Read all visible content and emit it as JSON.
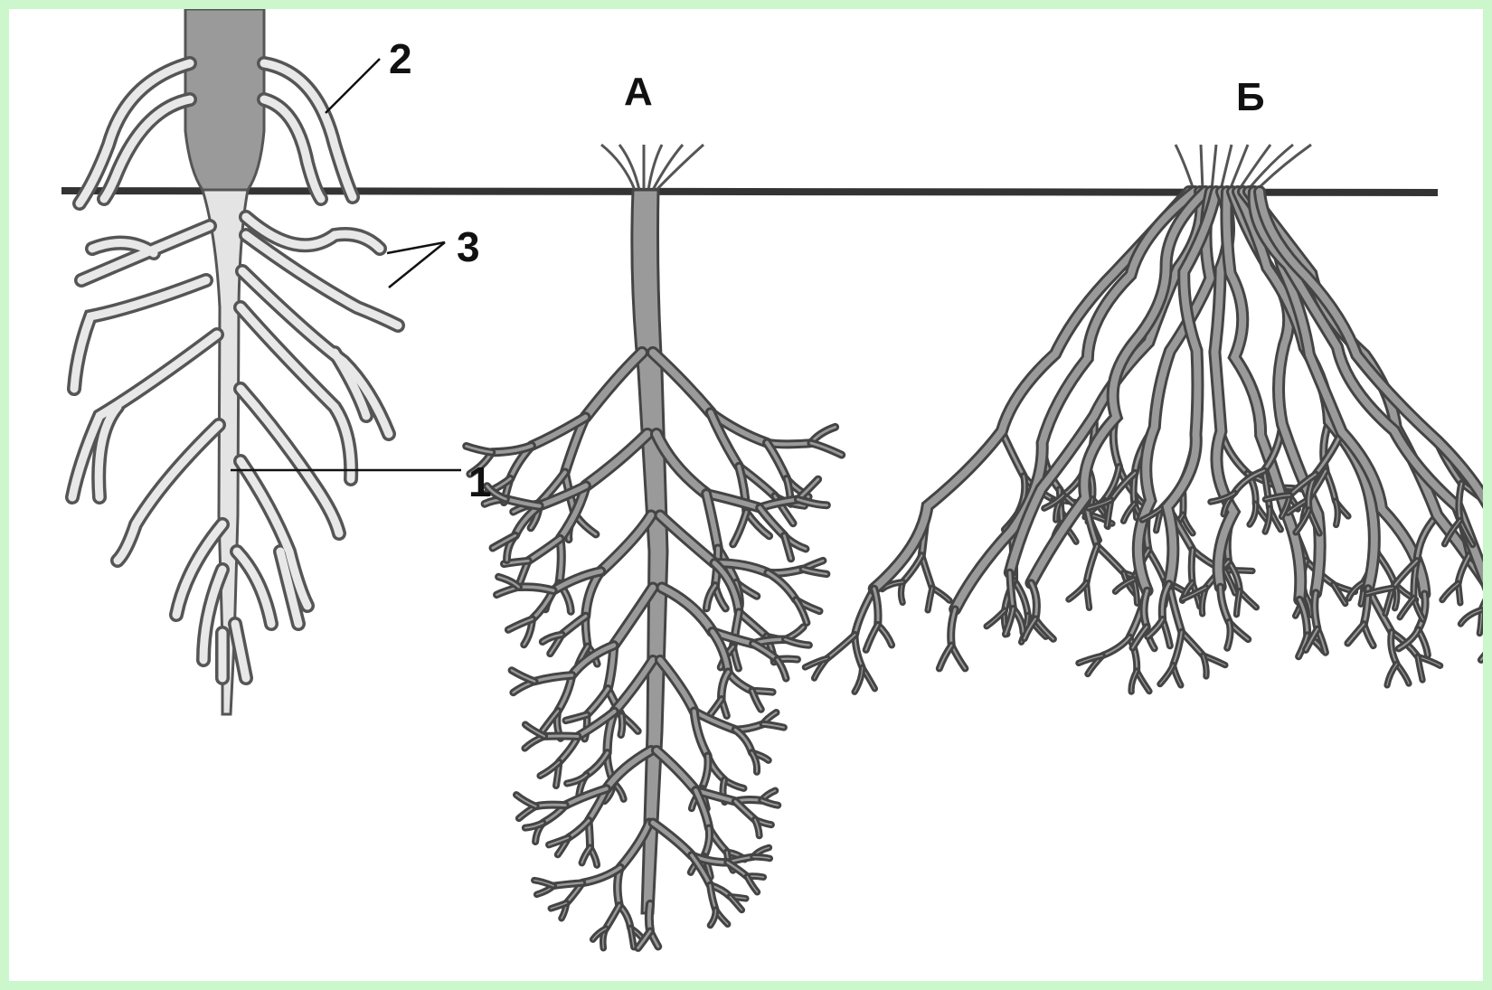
{
  "diagram": {
    "panel_labels": {
      "a": "А",
      "b": "Б"
    },
    "part_labels": {
      "main_root": "1",
      "adventitious_roots": "2",
      "lateral_roots": "3"
    }
  },
  "colors": {
    "background_border": "#ccf7cc",
    "panel_background": "#ffffff",
    "root_outline": "#444444",
    "root_fill_dark": "#8a8a8a",
    "root_fill_light": "#e2e2e2",
    "soil_line": "#333333"
  }
}
